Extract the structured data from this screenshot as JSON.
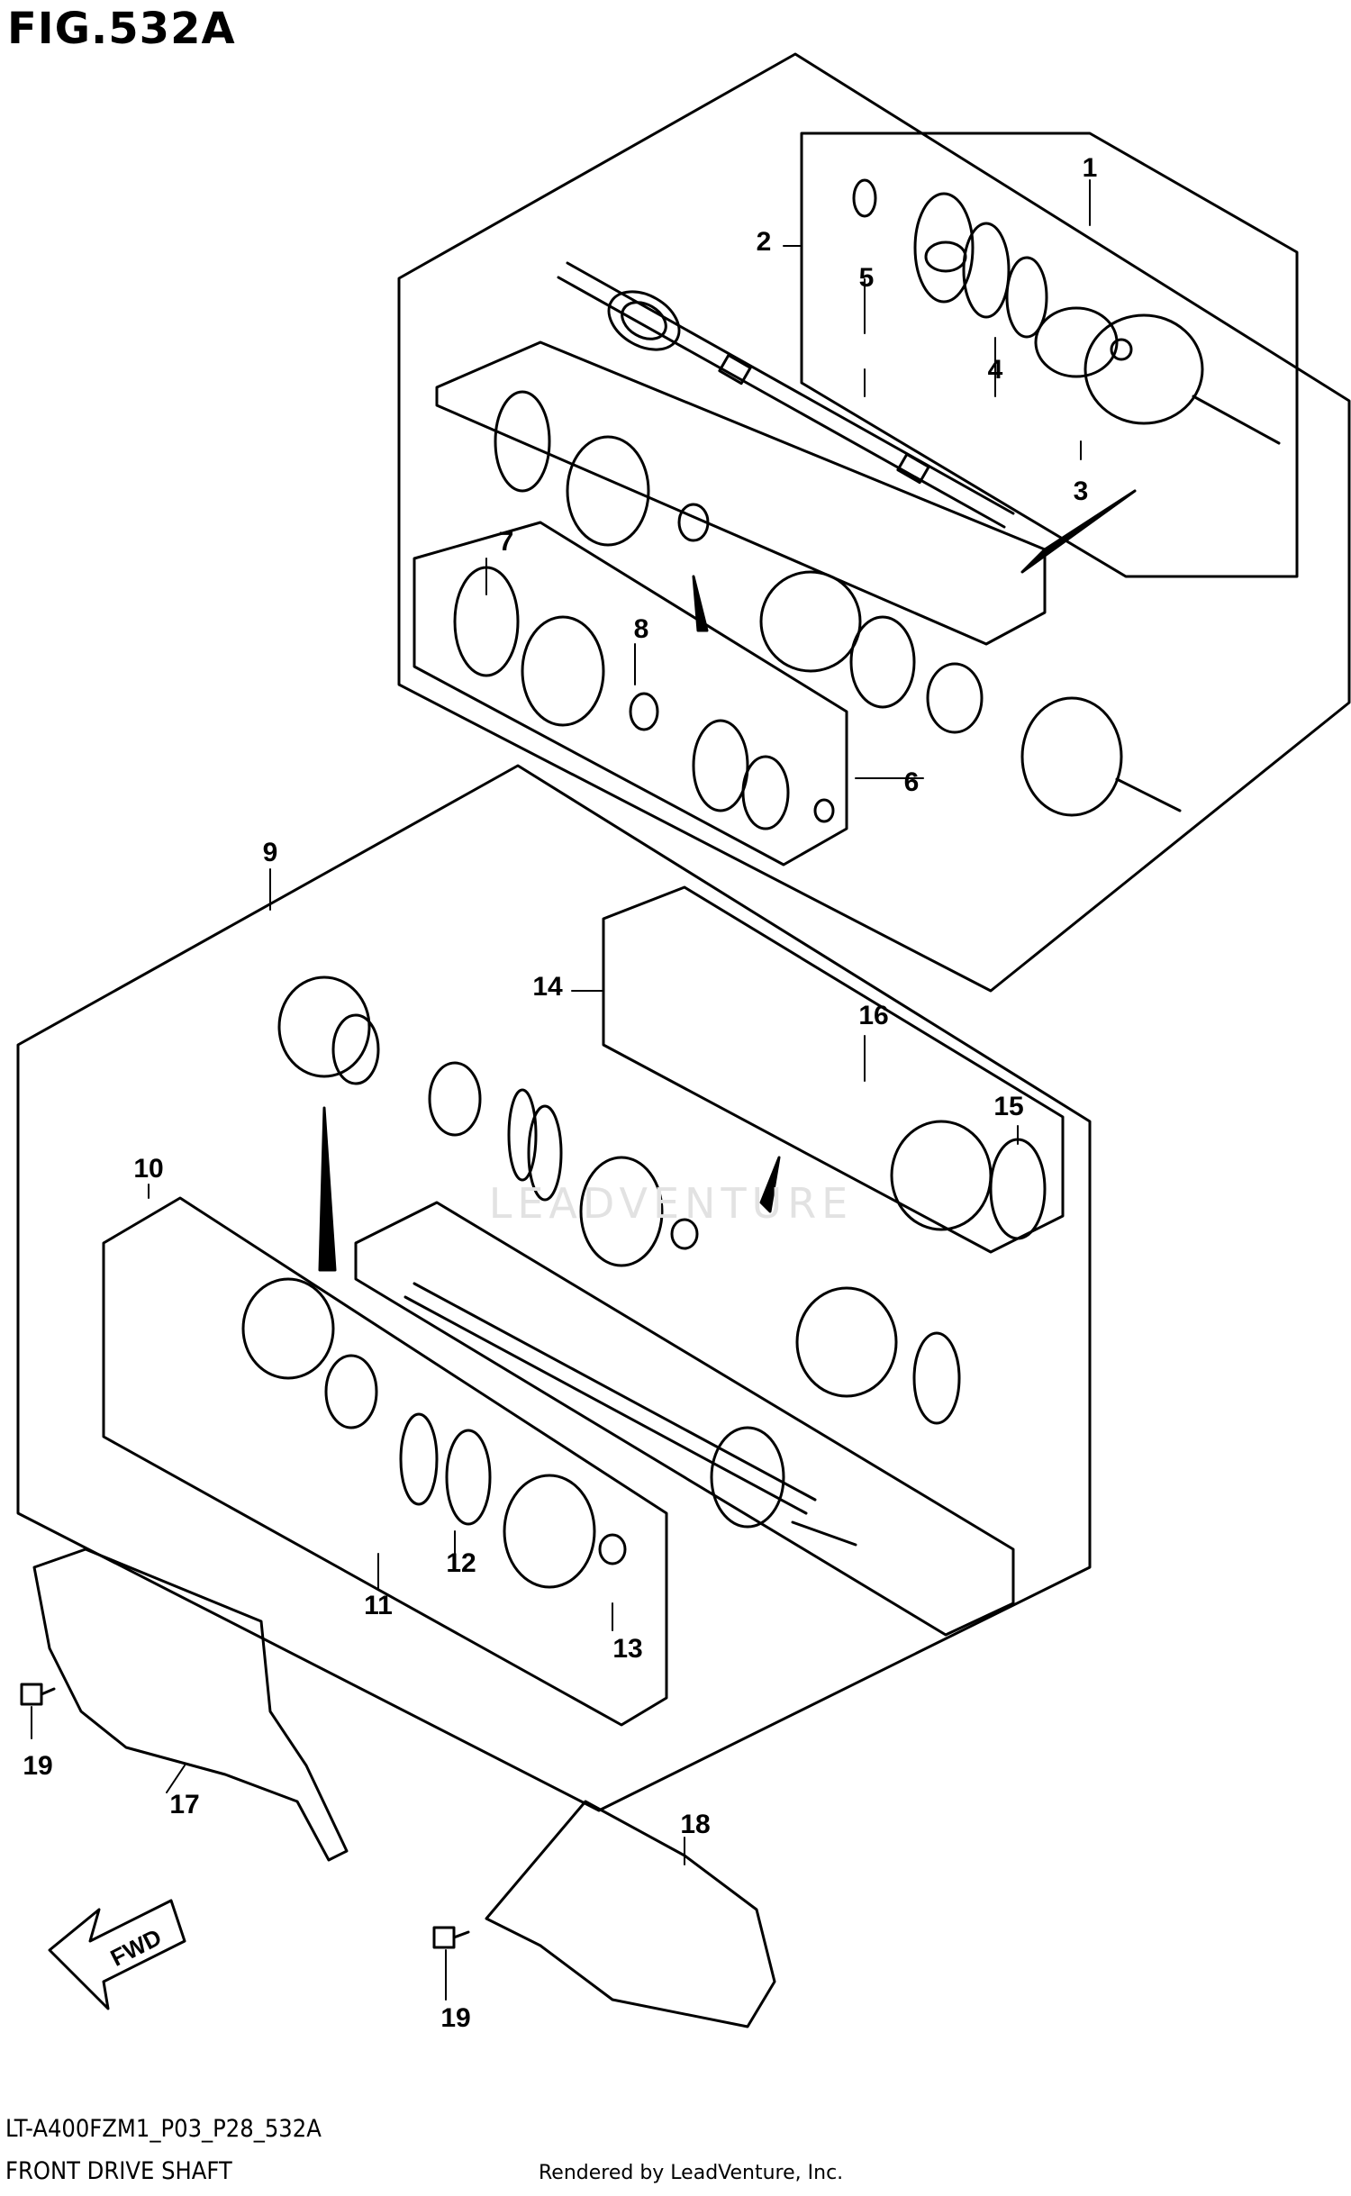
{
  "figure": {
    "title": "FIG.532A",
    "model_code": "LT-A400FZM1_P03_P28_532A",
    "section_name": "FRONT DRIVE SHAFT",
    "rendered_by": "Rendered by LeadVenture, Inc.",
    "watermark": "LEADVENTURE",
    "fwd_label": "FWD"
  },
  "callouts": [
    "1",
    "2",
    "3",
    "4",
    "5",
    "6",
    "7",
    "8",
    "9",
    "10",
    "11",
    "12",
    "13",
    "14",
    "15",
    "16",
    "17",
    "18",
    "19",
    "19"
  ]
}
